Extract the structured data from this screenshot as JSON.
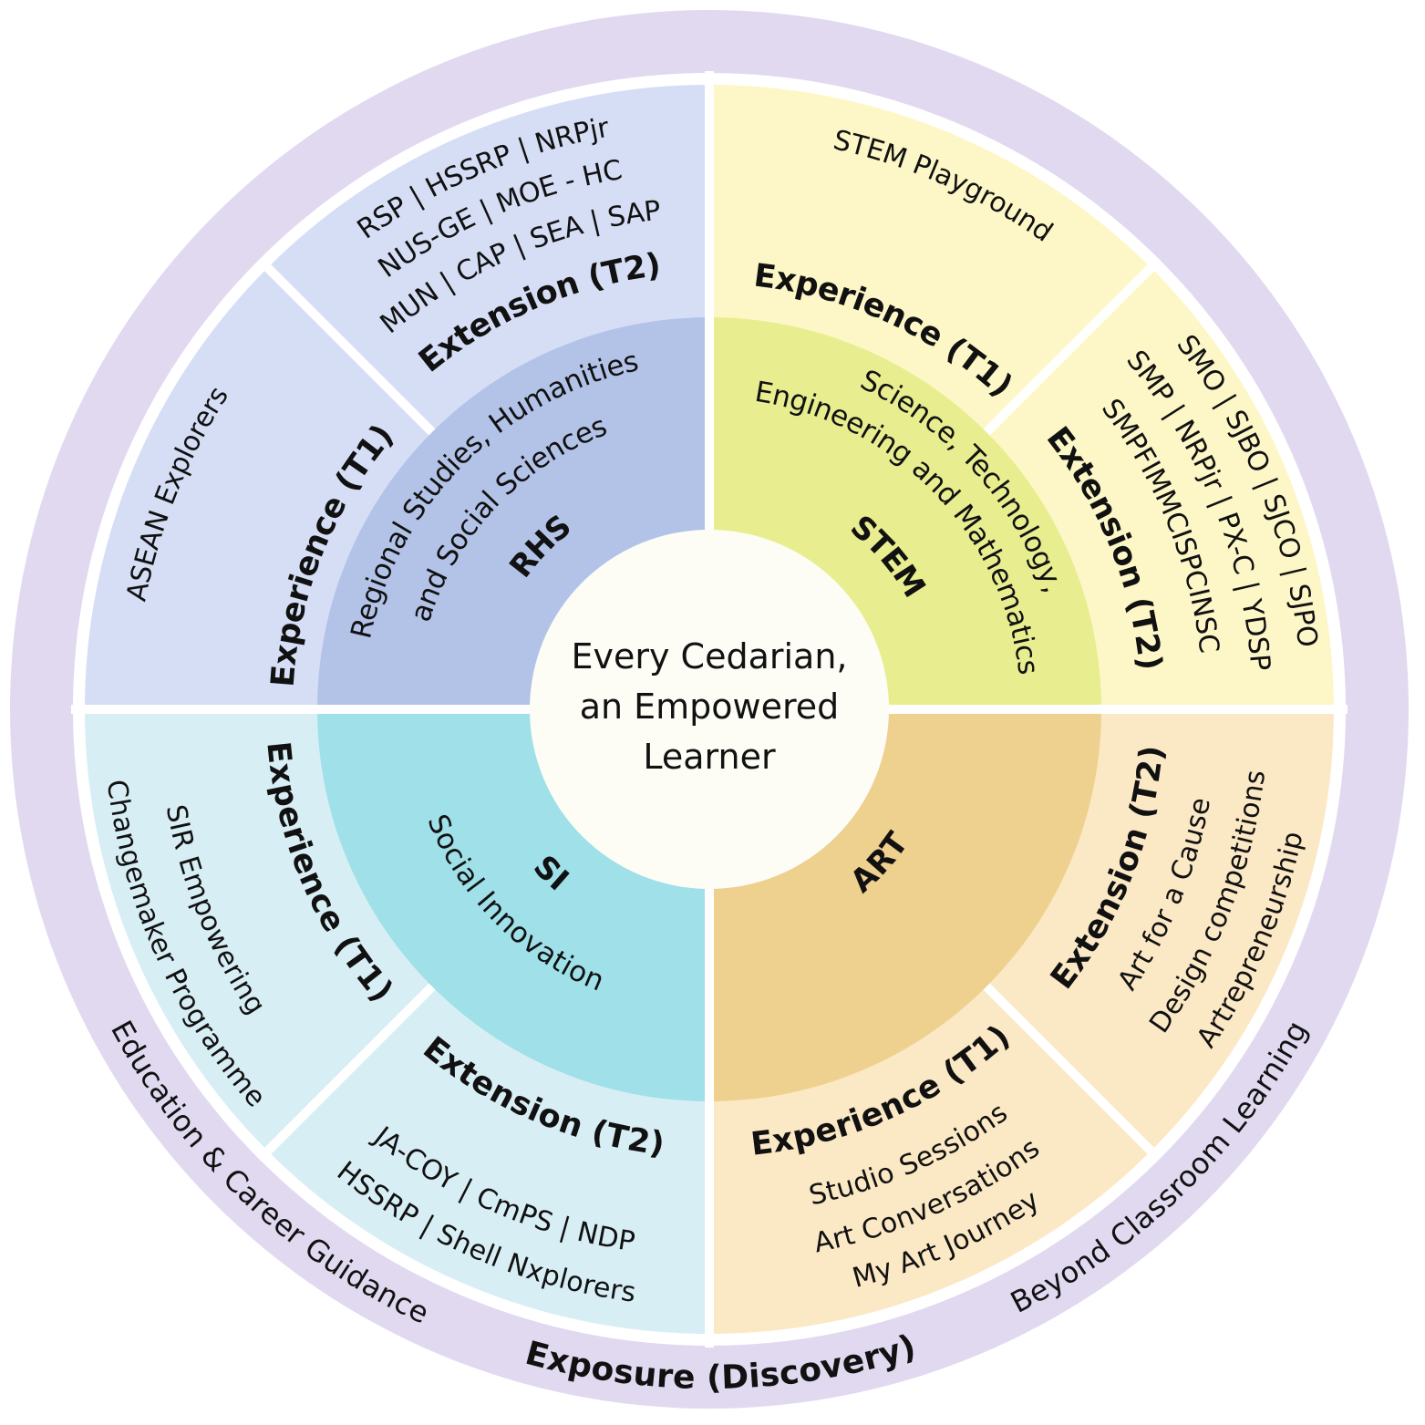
{
  "center": {
    "lines": [
      "Every Cedarian,",
      "an Empowered",
      "Learner"
    ]
  },
  "outer_ring": {
    "left": "Education & Career Guidance",
    "bottom": "Exposure (Discovery)",
    "right": "Beyond Classroom Learning",
    "color": "#e0d9f0"
  },
  "domains": {
    "rhs": {
      "code": "RHS",
      "name_lines": [
        "Regional Studies, Humanities",
        "and Social Sciences"
      ],
      "color": "#b3c3e8",
      "ring_color": "#d5def5",
      "experience": {
        "label": "Experience (T1)",
        "items": [
          "ASEAN Explorers"
        ]
      },
      "extension": {
        "label": "Extension (T2)",
        "items": [
          "RSP | HSSRP | NRPjr",
          "NUS-GE | MOE - HC",
          "MUN | CAP | SEA | SAP"
        ]
      }
    },
    "stem": {
      "code": "STEM",
      "name_lines": [
        "Science, Technology,",
        "Engineering and Mathematics"
      ],
      "color": "#e8ee90",
      "ring_color": "#fdf7c7",
      "experience": {
        "label": "Experience (T1)",
        "items": [
          "STEM Playground"
        ]
      },
      "extension": {
        "label": "Extension (T2)",
        "items": [
          "SMO | SJBO | SJCO | SJPO",
          "SMP | NRPjr | PX-C | YDSP",
          "SMPFIMMCISPCINSC"
        ]
      }
    },
    "si": {
      "code": "SI",
      "name_lines": [
        "Social Innovation"
      ],
      "color": "#9fe0e9",
      "ring_color": "#d8eef5",
      "experience": {
        "label": "Experience (T1)",
        "items": [
          "SIR Empowering",
          "Changemaker Programme"
        ]
      },
      "extension": {
        "label": "Extension (T2)",
        "items": [
          "JA-COY | CmPS | NDP",
          "HSSRP | Shell Nxplorers"
        ]
      }
    },
    "art": {
      "code": "ART",
      "color": "#eed08f",
      "ring_color": "#fbe8c5",
      "experience": {
        "label": "Experience (T1)",
        "items": [
          "Studio Sessions",
          "Art Conversations",
          "My Art Journey"
        ]
      },
      "extension": {
        "label": "Extension (T2)",
        "items": [
          "Art for a Cause",
          "Design competitions",
          "Artrepreneurship"
        ]
      }
    }
  }
}
